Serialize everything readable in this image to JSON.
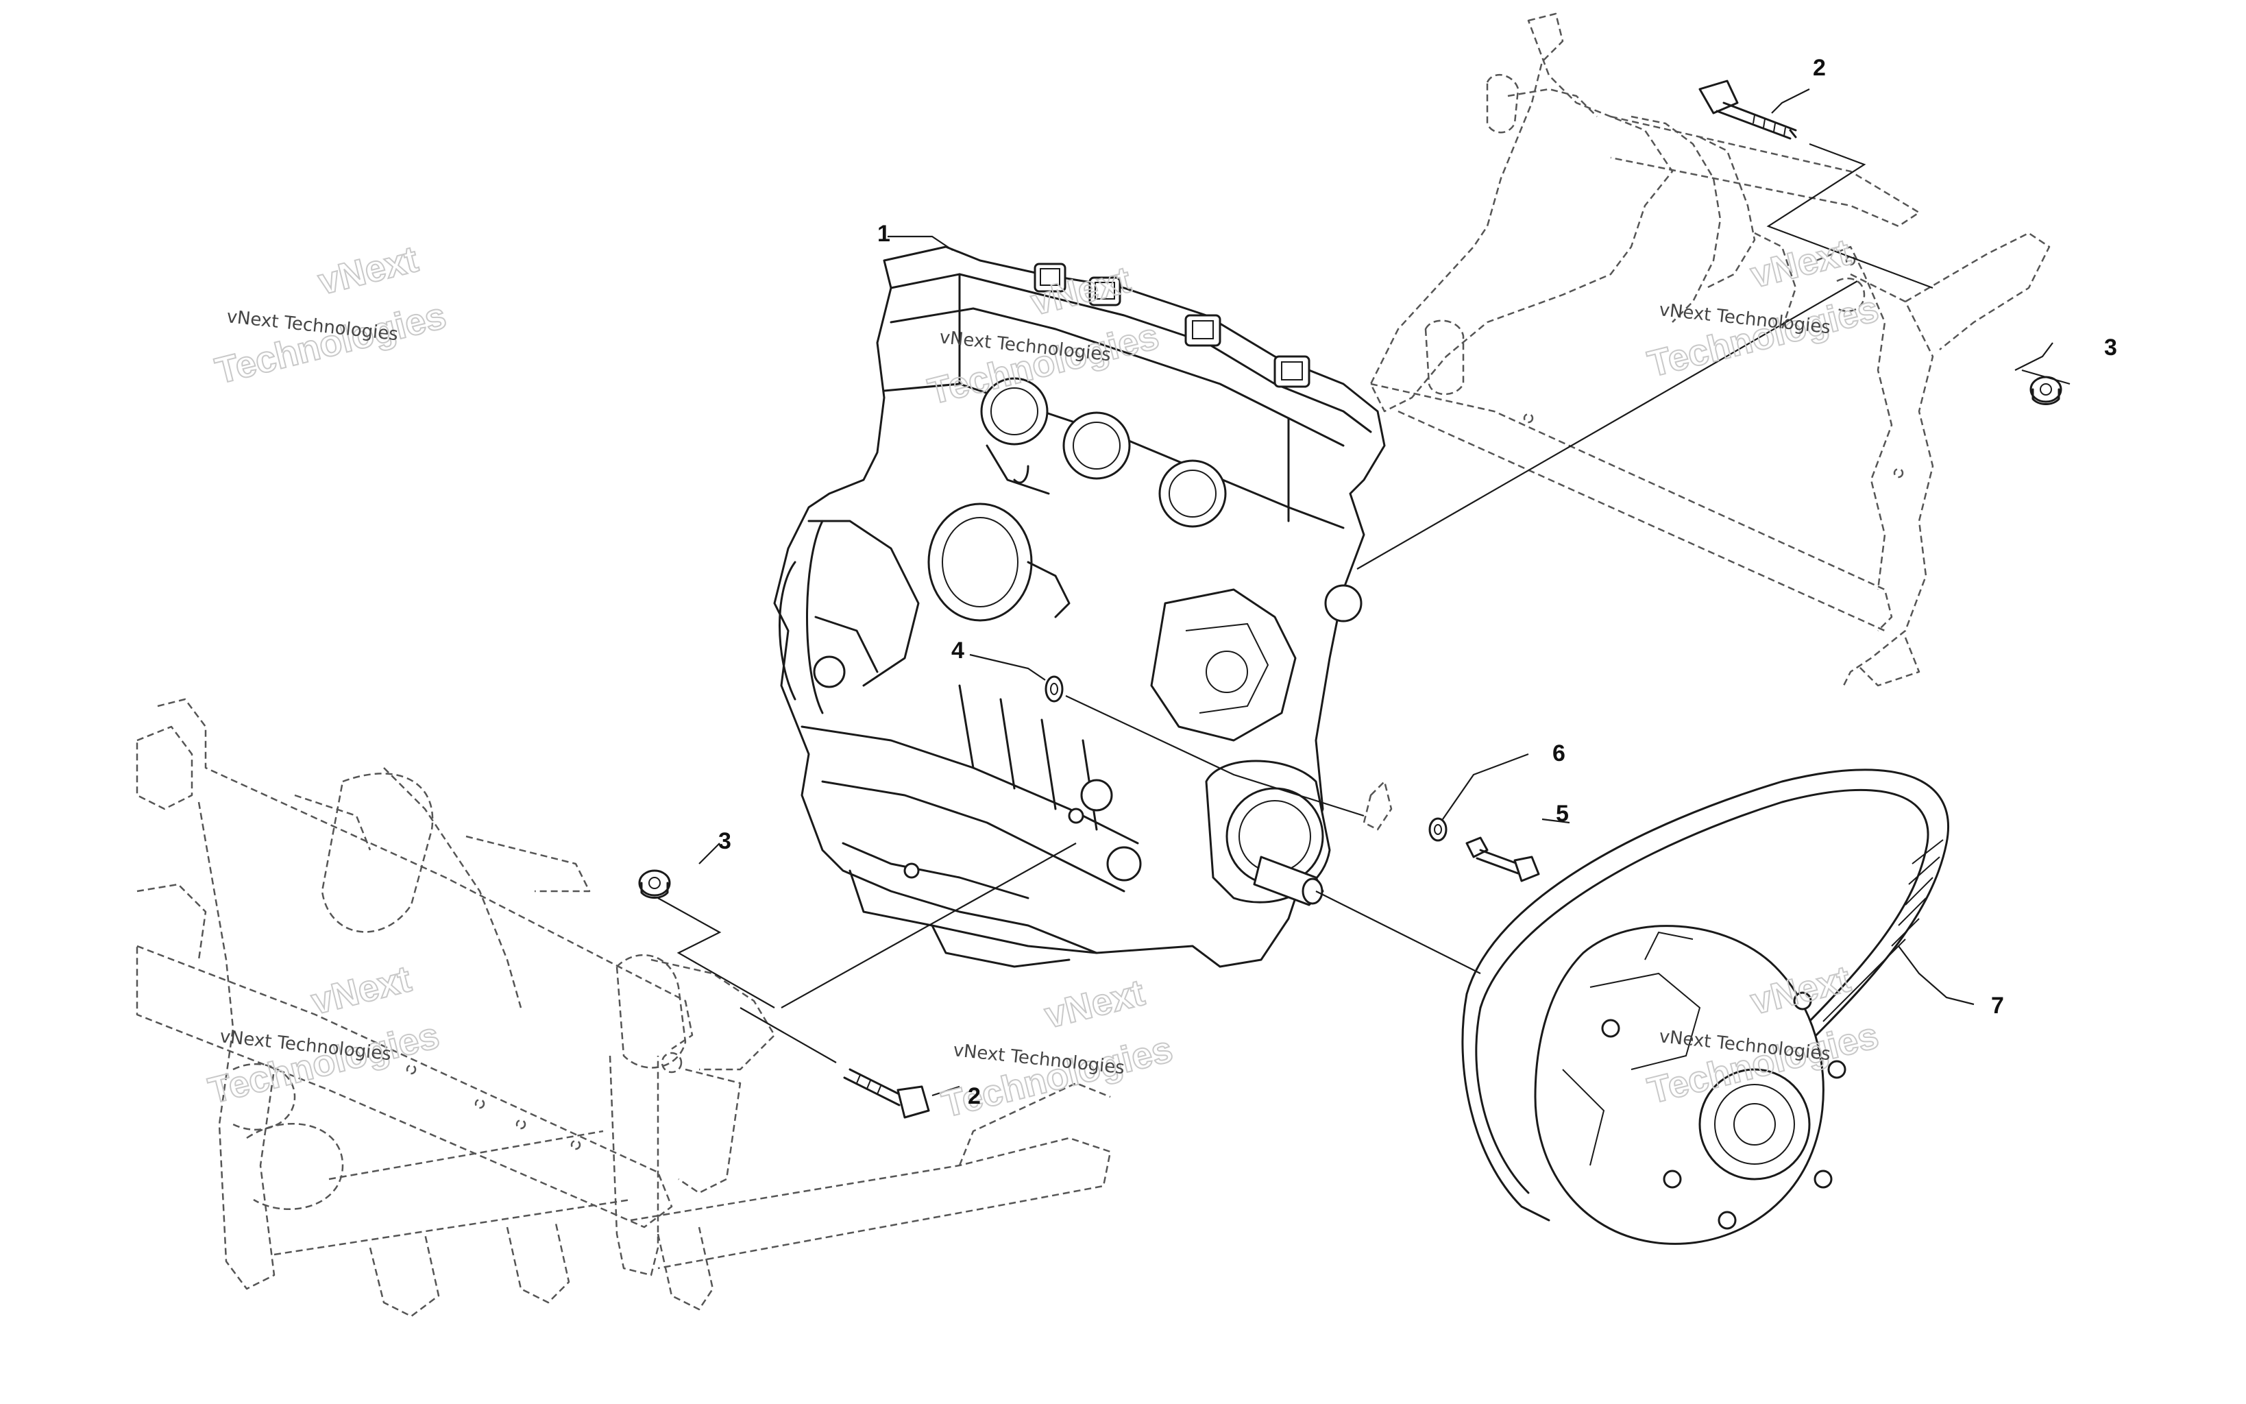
{
  "callouts": [
    {
      "id": "engine",
      "label": "1"
    },
    {
      "id": "bolt-top",
      "label": "2"
    },
    {
      "id": "nut-top",
      "label": "3"
    },
    {
      "id": "nut-left",
      "label": "3"
    },
    {
      "id": "bolt-bottom",
      "label": "2"
    },
    {
      "id": "washer-small",
      "label": "4"
    },
    {
      "id": "washer-lock",
      "label": "6"
    },
    {
      "id": "bolt-small",
      "label": "5"
    },
    {
      "id": "belt",
      "label": "7"
    }
  ],
  "watermarks": [
    {
      "small": "vNext Technologies",
      "large": "Technologies",
      "top": "vNext"
    },
    {
      "small": "vNext Technologies",
      "large": "Technologies",
      "top": "vNext"
    },
    {
      "small": "vNext Technologies",
      "large": "Technologies",
      "top": "vNext"
    },
    {
      "small": "vNext Technologies",
      "large": "Technologies",
      "top": "vNext"
    },
    {
      "small": "vNext Technologies",
      "large": "Technologies",
      "top": "vNext"
    },
    {
      "small": "vNext Technologies",
      "large": "Technologies",
      "top": "vNext"
    }
  ]
}
